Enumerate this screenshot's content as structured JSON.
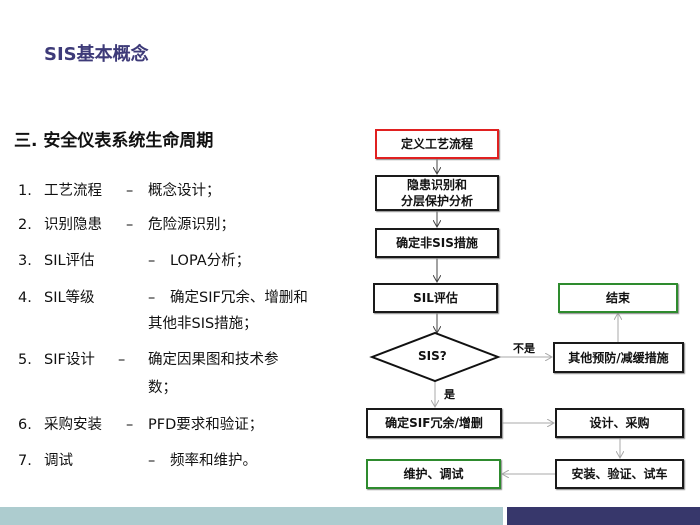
{
  "header": {
    "title": "SIS基本概念"
  },
  "section": {
    "title": "三. 安全仪表系统生命周期"
  },
  "list": [
    {
      "num": "1.",
      "term": "工艺流程",
      "dash": "–",
      "desc": "概念设计；"
    },
    {
      "num": "2.",
      "term": "识别隐患",
      "dash": "–",
      "desc": "危险源识别；"
    },
    {
      "num": "3.",
      "term": "SIL评估",
      "dash": "–",
      "desc": "LOPA分析；"
    },
    {
      "num": "4.",
      "term": "SIL等级",
      "dash": "–",
      "desc": "确定SIF冗余、增删和",
      "desc2": "其他非SIS措施；"
    },
    {
      "num": "5.",
      "term": "SIF设计",
      "dash": "–",
      "desc": "确定因果图和技术参",
      "desc2": "数；"
    },
    {
      "num": "6.",
      "term": "采购安装",
      "dash": "–",
      "desc": "PFD要求和验证；"
    },
    {
      "num": "7.",
      "term": "调试",
      "dash": "–",
      "desc": "频率和维护。"
    }
  ],
  "flow": {
    "define": "定义工艺流程",
    "hazard1": "隐患识别和",
    "hazard2": "分层保护分析",
    "nonsis": "确定非SIS措施",
    "sil": "SIL评估",
    "end": "结束",
    "decision": "SIS?",
    "no": "不是",
    "yes": "是",
    "other": "其他预防/减缓措施",
    "sif": "确定SIF冗余/增删",
    "design": "设计、采购",
    "install": "安装、验证、试车",
    "maintain": "维护、调试"
  },
  "colors": {
    "title": "#3d3a78",
    "start_border": "#e02020",
    "end_border": "#2e8b2e",
    "footer_left": "#adcccf",
    "footer_right": "#37376b"
  }
}
